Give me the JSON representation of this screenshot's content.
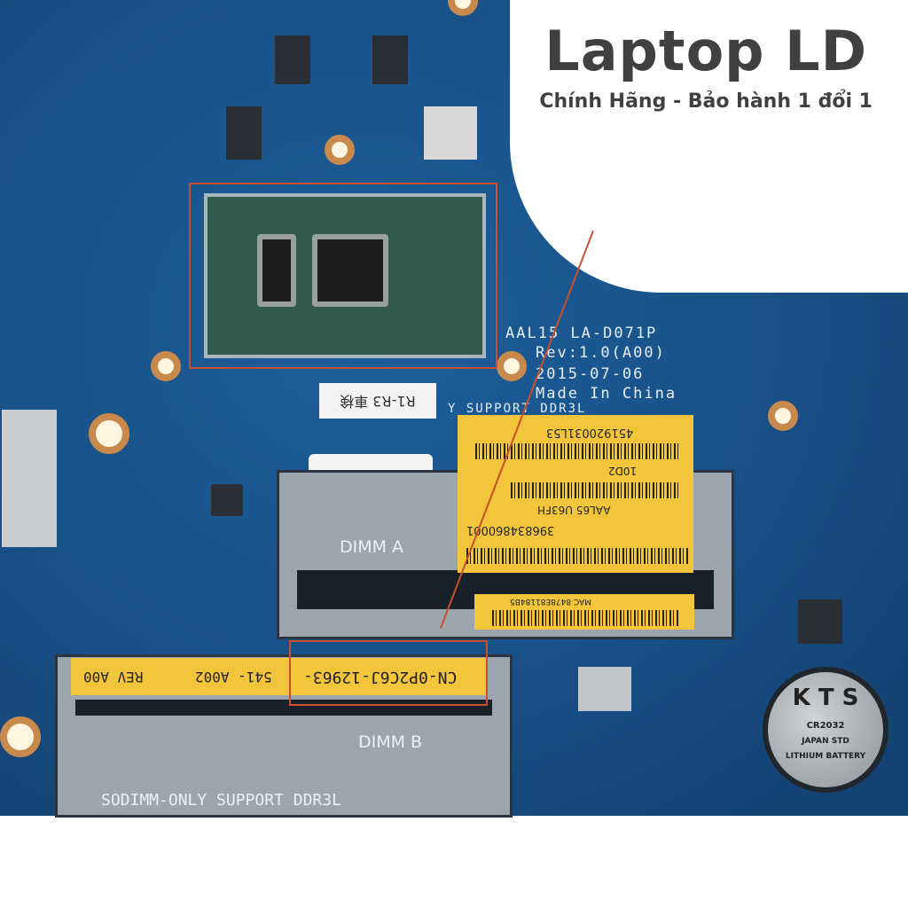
{
  "brand": {
    "title": "Laptop LD",
    "subtitle": "Chính Hãng - Bảo hành 1 đổi 1"
  },
  "board": {
    "model_line": "AAL15 LA-D071P",
    "rev_line": "Rev:1.0(A00)",
    "date_line": "2015-07-06",
    "origin_line": "Made In China",
    "support_top": "Y SUPPORT DDR3L",
    "dimm_a": "DIMM A",
    "dimm_b": "DIMM B",
    "sodimm_note": "SODIMM-ONLY SUPPORT DDR3L",
    "tag": "R1-R3 車検"
  },
  "sticker_a": {
    "lines": [
      "451920031L53",
      "10D2",
      "AAL65 U63FH",
      "396834860001"
    ],
    "mac": "MAC 8478E81184B5"
  },
  "sticker_b": {
    "part": "CN-0P2C6J-12963-",
    "code": "541-  A002",
    "rev": "REV A00"
  },
  "battery": {
    "brand": "K T S",
    "lines": [
      "CR2032",
      "JAPAN STD",
      "LITHIUM BATTERY"
    ]
  },
  "colors": {
    "board": "#184f86",
    "sticker": "#f2c53a",
    "outline": "#c9502a",
    "brand_text": "#404040"
  }
}
